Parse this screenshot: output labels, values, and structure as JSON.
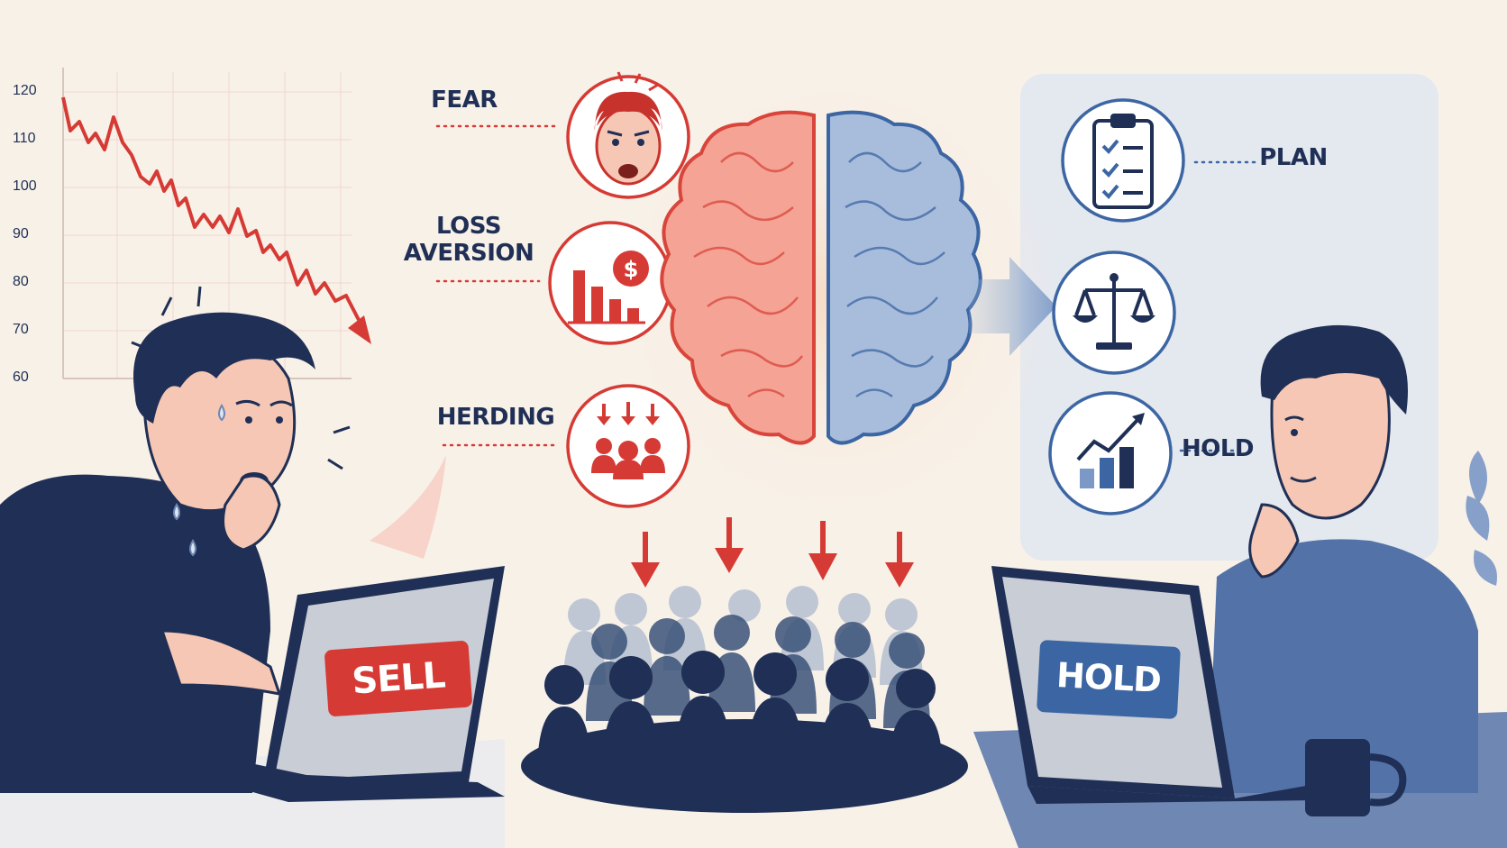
{
  "chart": {
    "y_ticks": [
      "120",
      "110",
      "100",
      "90",
      "80",
      "70",
      "60"
    ]
  },
  "biases": {
    "fear": "FEAR",
    "loss_aversion_line1": "LOSS",
    "loss_aversion_line2": "AVERSION",
    "herding": "HERDING"
  },
  "strategies": {
    "plan": "PLAN",
    "hold": "HOLD"
  },
  "buttons": {
    "sell": "SELL",
    "hold": "HOLD"
  },
  "colors": {
    "red": "#d63a34",
    "navy": "#1f2f55",
    "blue": "#3c66a3",
    "background": "#f8f1e8"
  }
}
